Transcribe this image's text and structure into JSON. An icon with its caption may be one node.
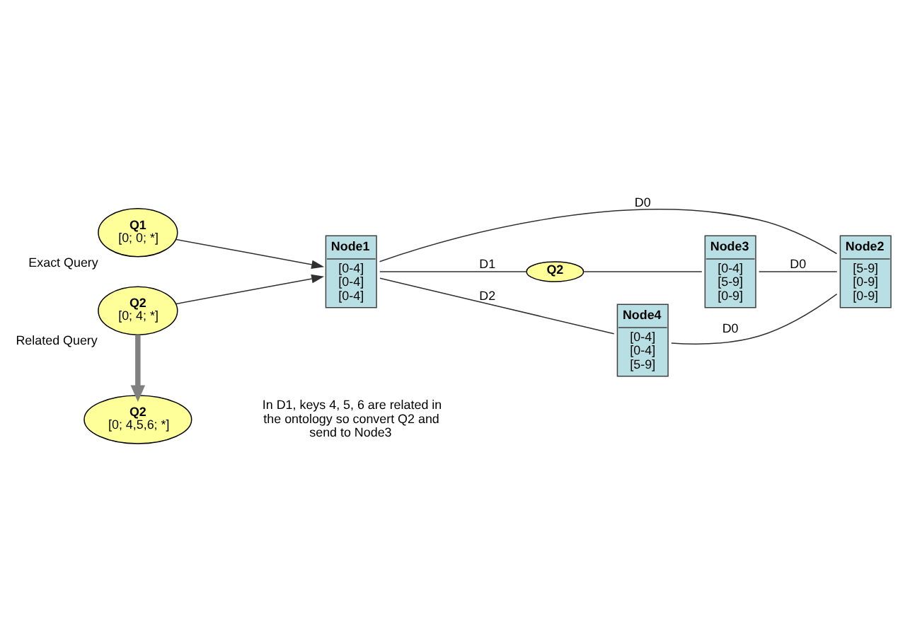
{
  "diagram": {
    "nodes": [
      {
        "text": [
          "Q1",
          "[0; 0; *]"
        ],
        "beside": [
          "Exact Query"
        ]
      },
      {
        "text": [
          "Q2",
          "[0; 4; *]"
        ],
        "beside": [
          "Related Query"
        ]
      },
      {
        "text": [
          "Q2",
          "[0; 4,5,6; *]"
        ]
      },
      {
        "text": [
          "Node1",
          "[0-4]",
          "[0-4]",
          "[0-4]"
        ]
      },
      {
        "text": [
          "Node2",
          "[5-9]",
          "[0-9]",
          "[0-9]"
        ]
      },
      {
        "text": [
          "Q2"
        ]
      },
      {
        "text": [
          "Node3",
          "[0-4]",
          "[5-9]",
          "[0-9]"
        ]
      },
      {
        "text": [
          "Node4",
          "[0-4]",
          "[0-4]",
          "[5-9]"
        ]
      }
    ],
    "edges": [
      {
        "from": 0,
        "to": 3,
        "arrow": "to"
      },
      {
        "from": 1,
        "to": 3,
        "arrow": "to"
      },
      {
        "from": 1,
        "to": 2,
        "arrow": "to",
        "style": "thick",
        "color": "#808080"
      },
      {
        "from": 3,
        "to": 4,
        "arrow": "none",
        "label": "D0"
      },
      {
        "from": 3,
        "to": 5,
        "arrow": "none",
        "label": "D1"
      },
      {
        "from": 5,
        "to": 6,
        "arrow": "none"
      },
      {
        "from": 6,
        "to": 4,
        "arrow": "none",
        "label": "D0"
      },
      {
        "from": 3,
        "to": 7,
        "arrow": "none",
        "label": "D2"
      },
      {
        "from": 7,
        "to": 4,
        "arrow": "none",
        "label": "D0"
      }
    ],
    "labels": [
      "In D1, keys 4, 5, 6 are related in the ontology so convert Q2 and send to Node3"
    ]
  }
}
